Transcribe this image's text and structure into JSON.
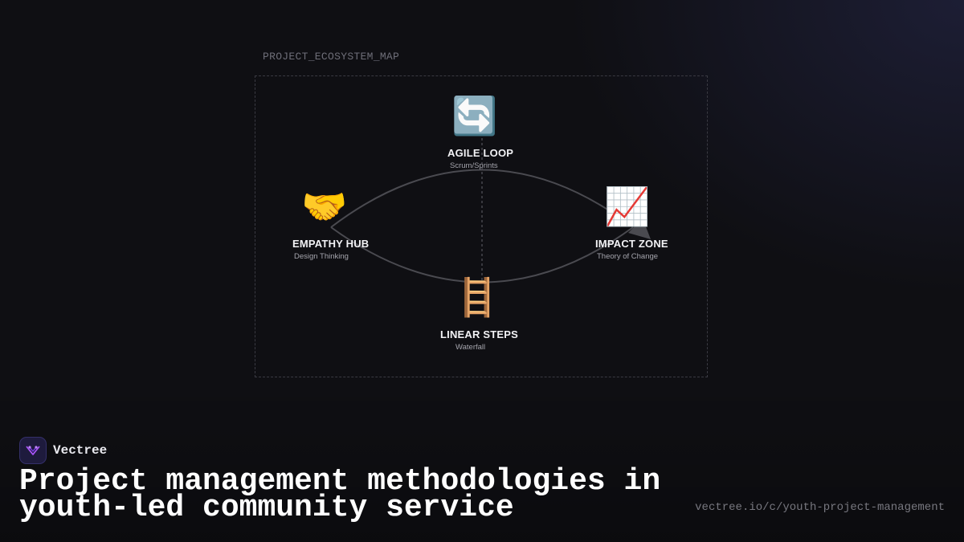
{
  "map": {
    "label": "PROJECT_ECOSYSTEM_MAP",
    "nodes": [
      {
        "id": "agile",
        "icon": "arrows-cycle-icon",
        "emoji": "🔄",
        "title": "AGILE LOOP",
        "subtitle": "Scrum/Sprints"
      },
      {
        "id": "empathy",
        "icon": "handshake-icon",
        "emoji": "🤝",
        "title": "EMPATHY HUB",
        "subtitle": "Design Thinking"
      },
      {
        "id": "impact",
        "icon": "chart-increasing-icon",
        "emoji": "📈",
        "title": "IMPACT ZONE",
        "subtitle": "Theory of Change"
      },
      {
        "id": "linear",
        "icon": "ladder-icon",
        "emoji": "🪜",
        "title": "LINEAR STEPS",
        "subtitle": "Waterfall"
      }
    ]
  },
  "brand": {
    "name": "Vectree",
    "icon": "vectree-logo-icon",
    "accent": "#a855f7"
  },
  "headline": "Project management methodologies in youth-led community service",
  "url": "vectree.io/c/youth-project-management",
  "colors": {
    "background": "#0f0f13",
    "link": "#4a4a50",
    "text": "#ffffff"
  }
}
